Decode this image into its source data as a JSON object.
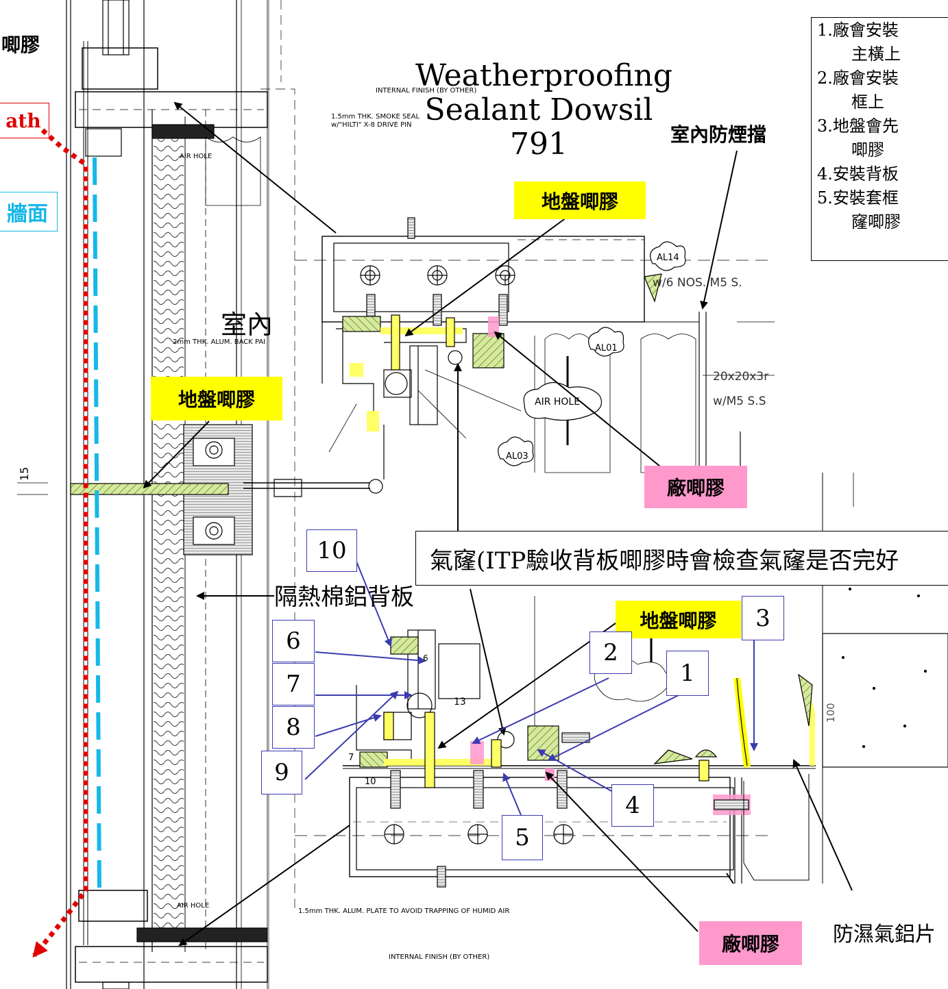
{
  "labels": {
    "top_left_sealant": "唧膠",
    "path": "ath",
    "facade_face": "牆面",
    "weatherproofing_line1": "Weatherproofing",
    "weatherproofing_line2": "Sealant Dowsil",
    "weatherproofing_line3": "791",
    "indoor_smoke_barrier": "室內防煙擋",
    "site_sealant_top": "地盤唧膠",
    "site_sealant_left": "地盤唧膠",
    "site_sealant_bottom": "地盤唧膠",
    "factory_sealant_top": "廠唧膠",
    "factory_sealant_bottom": "廠唧膠",
    "indoor": "室內",
    "air_void_note": "氣窿(ITP驗收背板唧膠時會檢查氣窿是否完好",
    "insulation_backpanel": "隔熱棉鋁背板",
    "moisture_foil": "防濕氣鋁片"
  },
  "notes": [
    {
      "text": "1.廠會安裝",
      "indent": false
    },
    {
      "text": "主橫上",
      "indent": true
    },
    {
      "text": "2.廠會安裝",
      "indent": false
    },
    {
      "text": "框上",
      "indent": true
    },
    {
      "text": "3.地盤會先",
      "indent": false
    },
    {
      "text": "唧膠",
      "indent": true
    },
    {
      "text": "4.安裝背板",
      "indent": false
    },
    {
      "text": "5.安裝套框",
      "indent": false
    },
    {
      "text": "窿唧膠",
      "indent": true
    }
  ],
  "callouts": [
    "10",
    "6",
    "7",
    "8",
    "9",
    "2",
    "1",
    "3",
    "4",
    "5"
  ],
  "cad_text": {
    "internal_finish_top": "INTERNAL FINISH (BY OTHER)",
    "smoke_seal_1": "1.5mm THK. SMOKE SEAL",
    "smoke_seal_2": "w/\"HILTI\" X-8 DRIVE PIN",
    "air_hole": "AIR HOLE",
    "air_hole_2": "AIR HOLE",
    "back_panel": "2mm THK. ALUM. BACK PAI",
    "tag_al14": "AL14",
    "tag_al01": "AL01",
    "tag_al03": "AL03",
    "screws": "w/6 NOS. M5 S.",
    "angle_1": "20x20x3r",
    "angle_2": "w/M5 S.S",
    "dim_15": "15",
    "dim_10": "10",
    "dim_6": "6",
    "dim_7": "7",
    "dim_13": "13",
    "dim_100": "100",
    "alum_plate": "1.5mm THK. ALUM. PLATE TO AVOID TRAPPING OF HUMID AIR",
    "internal_finish_bottom": "INTERNAL FINISH (BY OTHER)",
    "air_hole_bottom": "AIR HOLE"
  },
  "colors": {
    "sealant_yellow": "#ffff00",
    "hatch_green": "#b8d88a",
    "factory_pink": "#ff99cc",
    "path_red": "#e00000",
    "glass_cyan": "#16b8e8",
    "callout_blue": "#3b3bb0"
  }
}
